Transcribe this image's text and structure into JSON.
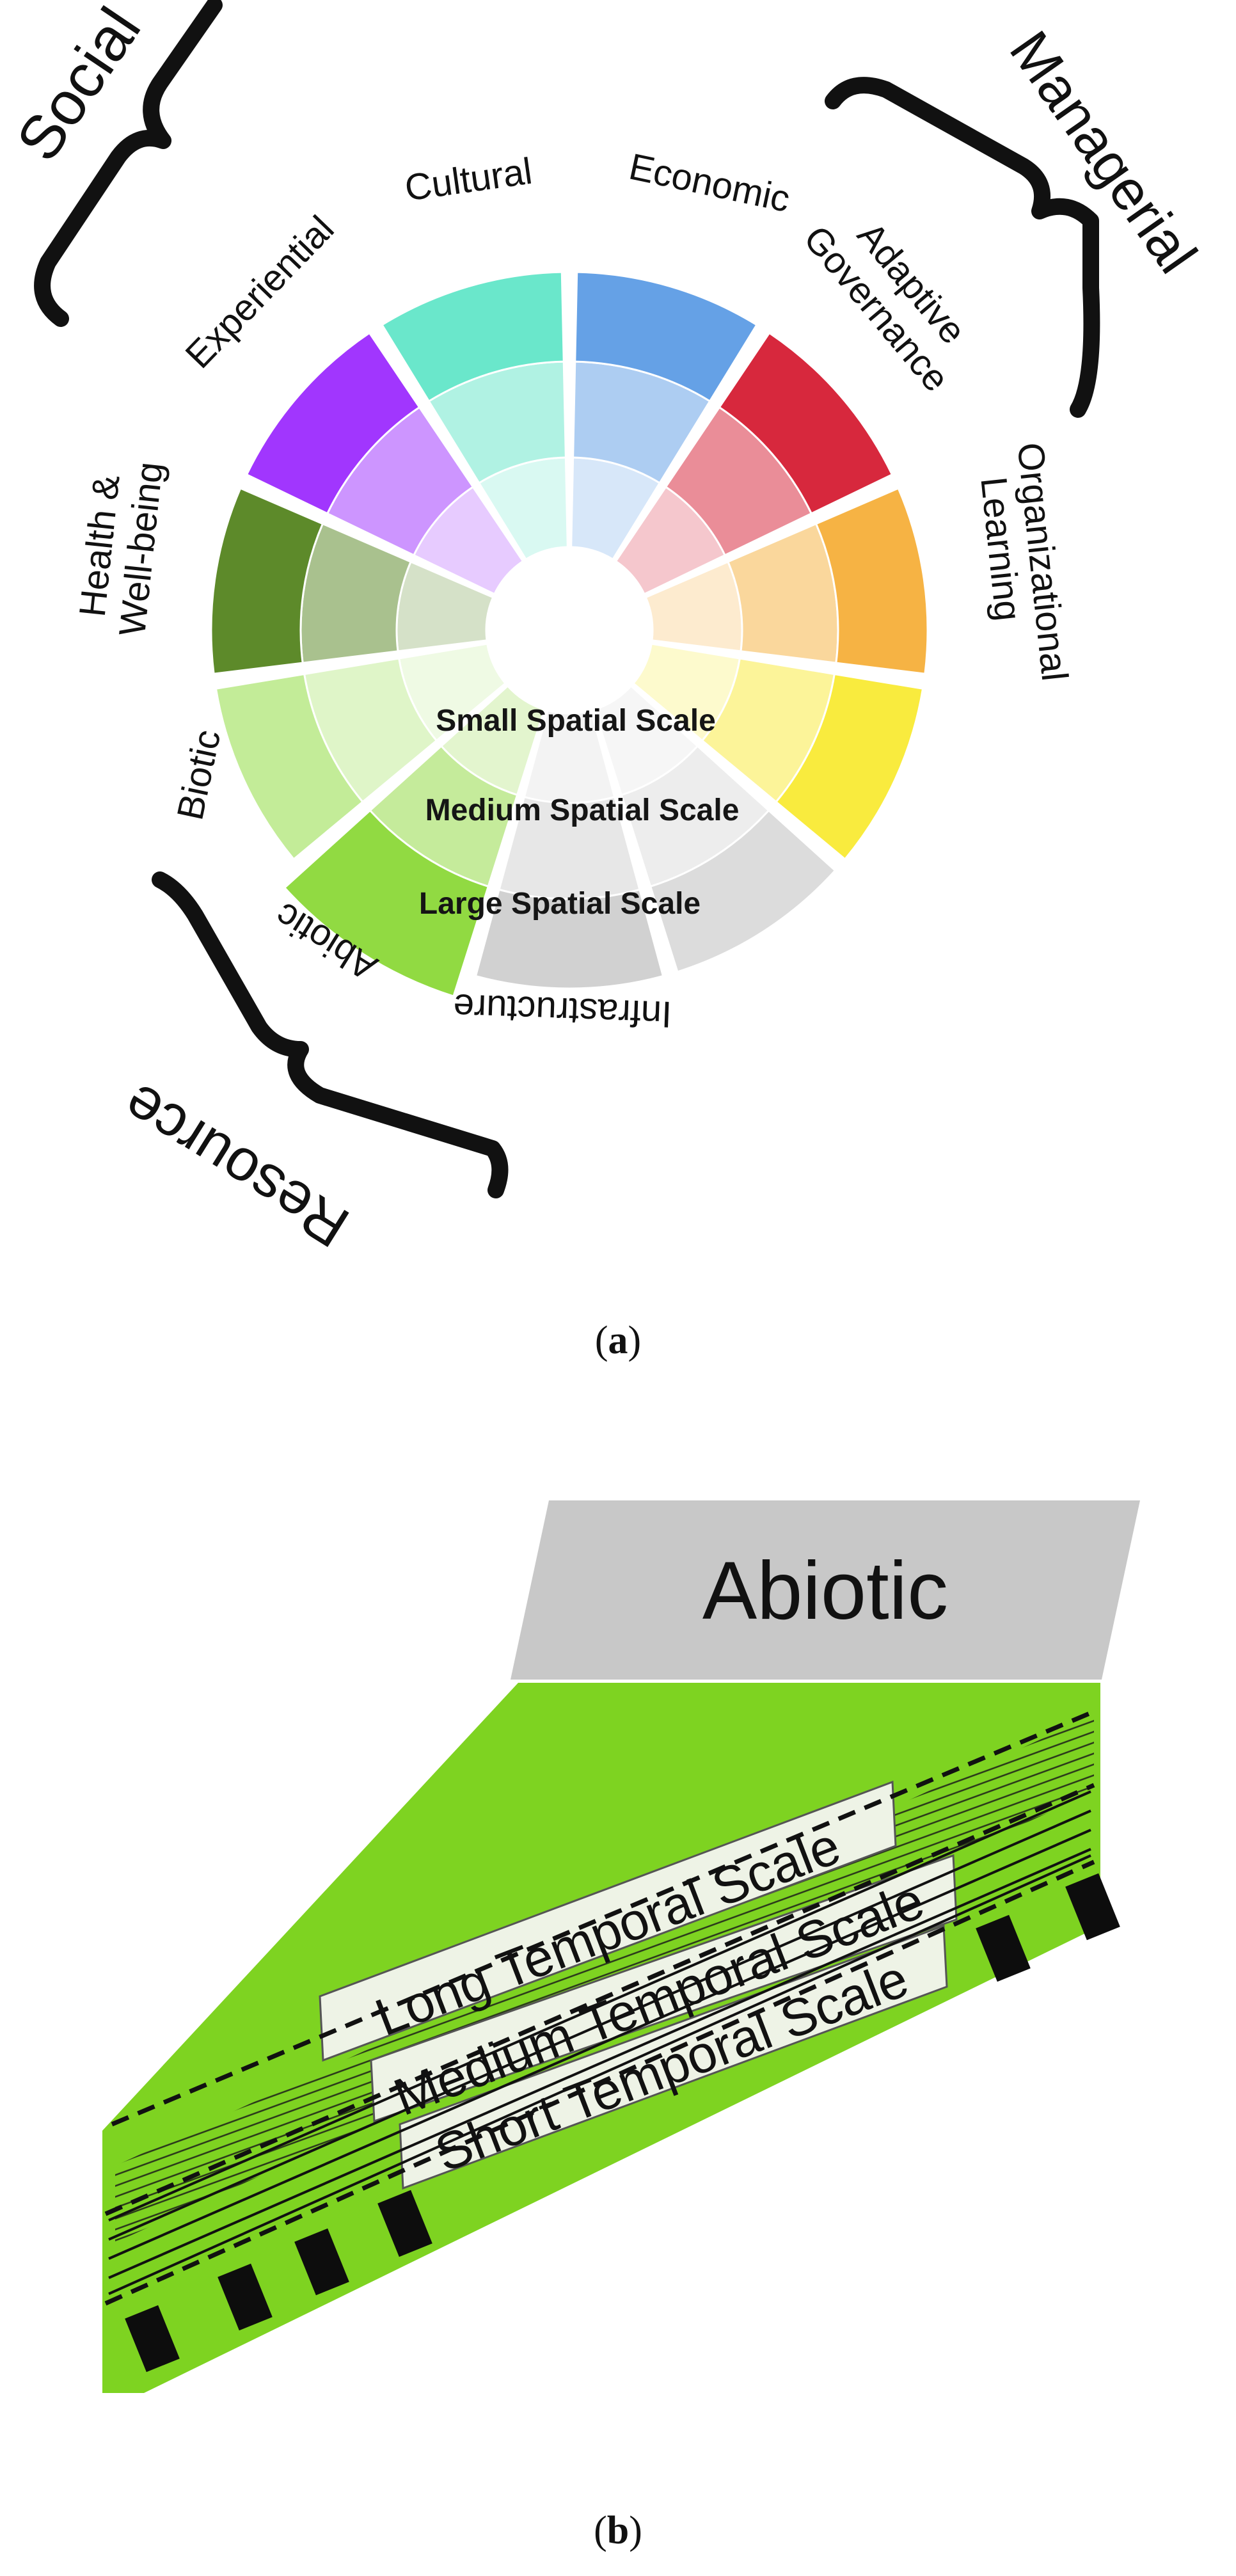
{
  "panel_a": {
    "caption_open": "(",
    "caption_letter": "a",
    "caption_close": ")",
    "groups": {
      "social": "Social",
      "managerial": "Managerial",
      "resource": "Resource"
    },
    "sectors": [
      {
        "key": "cultural",
        "label": "Cultural",
        "color": "#4a90e2"
      },
      {
        "key": "economic",
        "label": "Economic",
        "color": "#d0021b"
      },
      {
        "key": "adaptive",
        "label1": "Adaptive",
        "label2": "Governance",
        "color": "#f5a623"
      },
      {
        "key": "organizational",
        "label1": "Organizational",
        "label2": "Learning",
        "color": "#f8e71c"
      },
      {
        "key": "grey1",
        "label": "",
        "color": "#d6d6d6"
      },
      {
        "key": "grey2",
        "label": "",
        "color": "#c9c9c9"
      },
      {
        "key": "infrastructure",
        "label": "Infrastructure",
        "color": "#7ed321"
      },
      {
        "key": "abiotic",
        "label": "Abiotic",
        "color": "#b8e986"
      },
      {
        "key": "biotic",
        "label": "Biotic",
        "color": "#417505"
      },
      {
        "key": "health",
        "label1": "Health &",
        "label2": "Well-being",
        "color": "#9013fe"
      },
      {
        "key": "experiential",
        "label": "Experiential",
        "color": "#50e3c2"
      }
    ],
    "scales": {
      "small": "Small Spatial Scale",
      "medium": "Medium Spatial Scale",
      "large": "Large Spatial Scale"
    }
  },
  "panel_b": {
    "caption_open": "(",
    "caption_letter": "b",
    "caption_close": ")",
    "header": "Abiotic",
    "scales": {
      "long": "Long Temporal Scale",
      "medium": "Medium Temporal Scale",
      "short": "Short Temporal Scale"
    },
    "colors": {
      "ribbon": "#7ed321",
      "header": "#c8c8c8"
    }
  }
}
